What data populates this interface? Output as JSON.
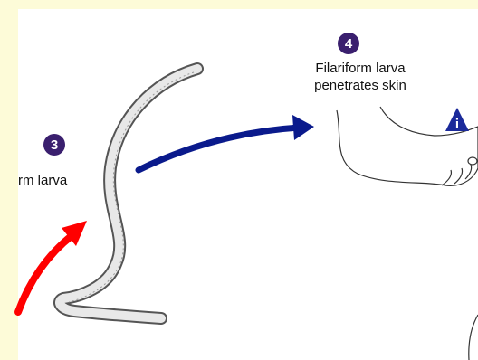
{
  "steps": [
    {
      "number": "3",
      "label": "rm larva"
    },
    {
      "number": "4",
      "label_line1": "Filariform larva",
      "label_line2": "penetrates skin"
    }
  ],
  "warning_mark": "i",
  "colors": {
    "background": "#fdfbd8",
    "step_circle": "#3a1f6e",
    "arrow_blue": "#0a1a8c",
    "arrow_red": "#ff0000",
    "warning": "#1b2a9a"
  },
  "icons": [
    "larva-illustration",
    "foot-illustration",
    "warning-triangle-icon",
    "blue-arrow",
    "red-arrow"
  ]
}
